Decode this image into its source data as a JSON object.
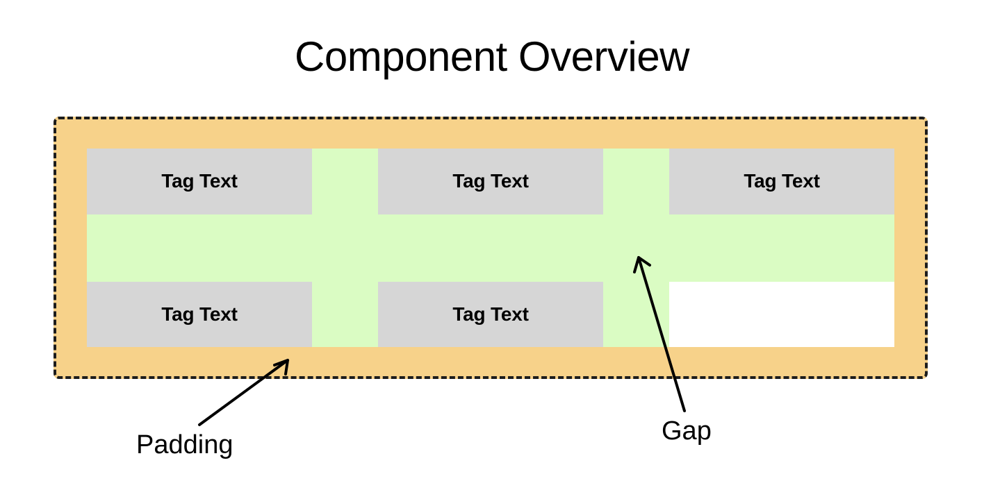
{
  "page": {
    "title": "Component Overview",
    "background_color": "#ffffff"
  },
  "diagram": {
    "type": "layout-spec",
    "padding_region": {
      "name": "padding",
      "fill_color": "#F7D28A",
      "border_style": "dashed",
      "border_color": "#1c1c1c"
    },
    "gap_region": {
      "name": "gap",
      "fill_color": "#DAFCC3"
    },
    "tag": {
      "fill_color": "#D6D6D6",
      "text_color": "#000000"
    },
    "empty_slot_color": "#ffffff",
    "grid": {
      "columns": 3,
      "rows": 2
    },
    "cells": [
      {
        "label": "Tag Text",
        "empty": false
      },
      {
        "label": "Tag Text",
        "empty": false
      },
      {
        "label": "Tag Text",
        "empty": false
      },
      {
        "label": "Tag Text",
        "empty": false
      },
      {
        "label": "Tag Text",
        "empty": false
      },
      {
        "label": "",
        "empty": true
      }
    ]
  },
  "annotations": [
    {
      "id": "padding",
      "label": "Padding"
    },
    {
      "id": "gap",
      "label": "Gap"
    }
  ]
}
